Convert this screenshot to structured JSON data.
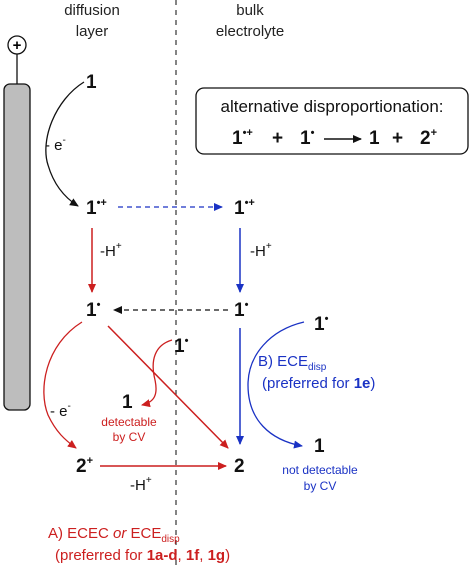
{
  "headers": {
    "left": [
      "diffusion",
      "layer"
    ],
    "right": [
      "bulk",
      "electrolyte"
    ]
  },
  "electrode": {
    "sign": "+"
  },
  "box": {
    "title": "alternative disproportionation:",
    "eq_a": "1",
    "eq_a_sup": "•+",
    "plus1": "+",
    "eq_b": "1",
    "eq_b_sup": "•",
    "eq_c": "1",
    "plus2": "+",
    "eq_d": "2",
    "eq_d_sup": "+"
  },
  "species": {
    "start": "1",
    "cation_left": "1",
    "cation_left_sup": "•+",
    "cation_right": "1",
    "cation_right_sup": "•+",
    "radical_left": "1",
    "radical_left_sup": "•",
    "radical_right": "1",
    "radical_right_sup": "•",
    "radical_mid": "1",
    "radical_mid_sup": "•",
    "radical_far": "1",
    "radical_far_sup": "•",
    "small_1": "1",
    "dication": "2",
    "dication_sup": "+",
    "product": "2",
    "far_1": "1"
  },
  "labels": {
    "minus_e_top": "- e",
    "minus_e_top_sup": "-",
    "minus_h_left": "-H",
    "minus_h_left_sup": "+",
    "minus_h_right": "-H",
    "minus_h_right_sup": "+",
    "minus_e_red": "- e",
    "minus_e_red_sup": "-",
    "minus_h_bottom": "-H",
    "minus_h_bottom_sup": "+",
    "detectable": [
      "detectable",
      "by CV"
    ],
    "not_detectable": [
      "not detectable",
      "by CV"
    ]
  },
  "pathway_b": {
    "prefix": "B) ECE",
    "sub": "disp",
    "line2a": "(preferred for ",
    "line2b": "1e",
    "line2c": ")"
  },
  "pathway_a": {
    "prefix": "A) ECEC ",
    "italic": "or",
    "mid": " ECE",
    "sub": "disp",
    "line2a": "(preferred for ",
    "b1": "1a-d",
    "c1": ", ",
    "b2": "1f",
    "c2": ", ",
    "b3": "1g",
    "line2e": ")"
  },
  "colors": {
    "red": "#cc1f1f",
    "blue": "#1a32c4",
    "electrode": "#bdbdbd"
  }
}
